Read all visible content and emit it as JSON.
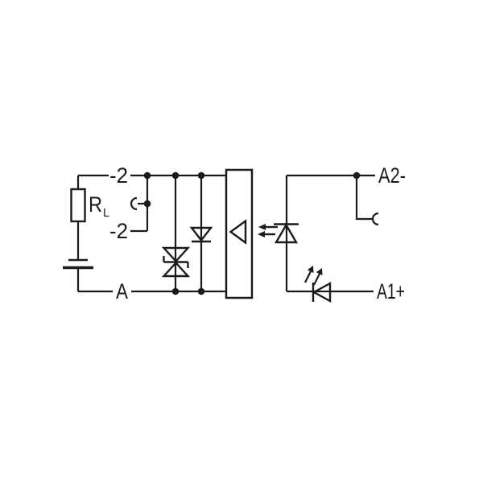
{
  "diagram_type": "circuit-schematic",
  "colors": {
    "line": "#1b1b1b",
    "background": "#ffffff"
  },
  "terminals": {
    "left": [
      {
        "id": "minus2-top",
        "label": "-2"
      },
      {
        "id": "minus2-mid",
        "label": "-2"
      },
      {
        "id": "a",
        "label": "A"
      }
    ],
    "right": [
      {
        "id": "a2-minus",
        "label": "A2-"
      },
      {
        "id": "a1-plus",
        "label": "A1+"
      }
    ]
  },
  "load_resistor": {
    "symbol": "R",
    "subscript": "L"
  },
  "components": [
    "load-resistor",
    "battery",
    "socket-contact-left",
    "suppressor-diode-bidirectional",
    "clamp-diode",
    "optocoupler-box",
    "photodetector-triangle",
    "optocoupler-led",
    "light-coupling-arrows",
    "indicator-led",
    "led-emission-arrows",
    "socket-contact-right",
    "junction-dots"
  ]
}
